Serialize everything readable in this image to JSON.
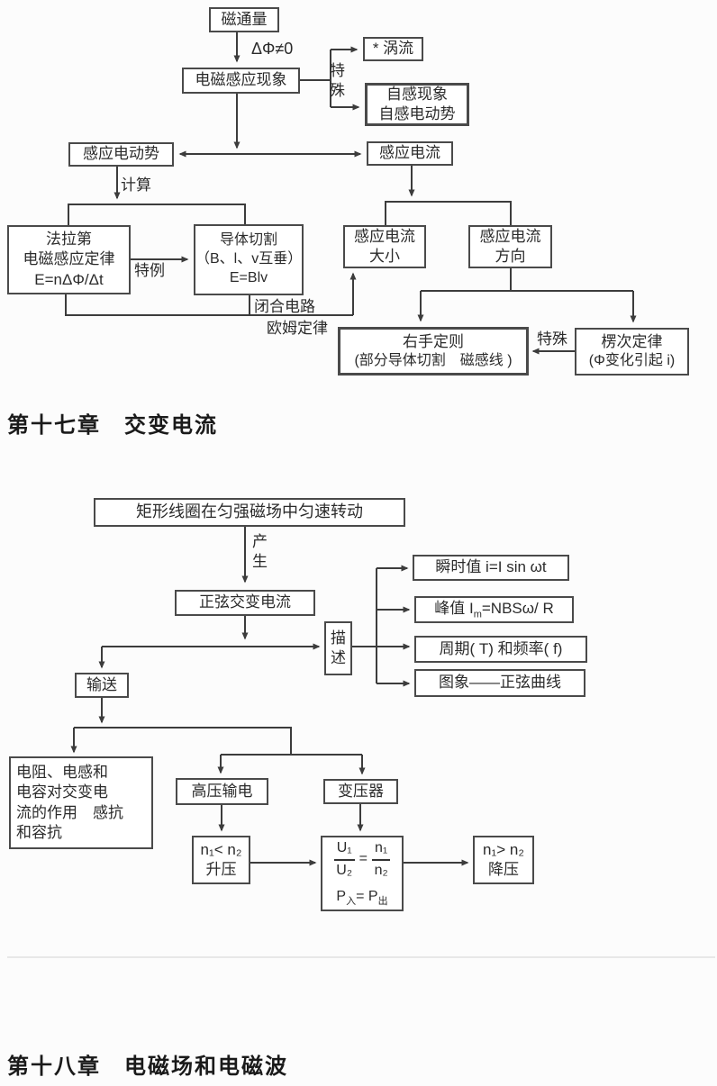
{
  "diagram1": {
    "nodes": {
      "flux": {
        "label": "磁通量"
      },
      "emi": {
        "label": "电磁感应现象"
      },
      "eddy": {
        "label": "* 涡流"
      },
      "self_induction": {
        "line1": "自感现象",
        "line2": "自感电动势"
      },
      "emf": {
        "label": "感应电动势"
      },
      "induced_current": {
        "label": "感应电流"
      },
      "faraday": {
        "line1": "法拉第",
        "line2": "电磁感应定律",
        "line3": "E=nΔΦ/Δt"
      },
      "cutting": {
        "line1": "导体切割",
        "line2": "（B、l、v互垂）",
        "line3": "E=Blv"
      },
      "current_magnitude": {
        "line1": "感应电流",
        "line2": "大小"
      },
      "current_direction": {
        "line1": "感应电流",
        "line2": "方向"
      },
      "right_hand_rule": {
        "line1": "右手定则",
        "line2": "(部分导体切割　磁感线 )"
      },
      "lenz_law": {
        "line1": "楞次定律",
        "line2": "(Φ变化引起 i)"
      }
    },
    "edge_labels": {
      "delta_phi": "ΔΦ≠0",
      "special_top": "特殊",
      "calculate": "计算",
      "special_case": "特例",
      "closed_circuit_line1": "闭合电路",
      "closed_circuit_line2": "欧姆定律",
      "special_right": "特殊"
    }
  },
  "chapter17_heading": "第十七章　交变电流",
  "diagram2": {
    "nodes": {
      "coil": {
        "label": "矩形线圈在匀强磁场中匀速转动"
      },
      "sine_ac": {
        "label": "正弦交变电流"
      },
      "describe": {
        "label": "描述"
      },
      "instant": {
        "label": "瞬时值 i=I sin ωt"
      },
      "peak": {
        "pre": "峰值 I",
        "sub": "m",
        "post": "=NBSω/ R"
      },
      "period": {
        "label": "周期( T) 和频率( f)"
      },
      "graph": {
        "label": "图象——正弦曲线"
      },
      "transport": {
        "label": "输送"
      },
      "rlc": {
        "line1": "电阻、电感和",
        "line2": "电容对交变电",
        "line3": "流的作用　感抗",
        "line4": "和容抗"
      },
      "hv_transmission": {
        "label": "高压输电"
      },
      "transformer": {
        "label": "变压器"
      },
      "step_up": {
        "line1": "n₁< n₂",
        "line2": "升压"
      },
      "formula": {
        "u_top": "U₁",
        "u_bot": "U₂",
        "eq": "=",
        "n_top": "n₁",
        "n_bot": "n₂",
        "p1": "P",
        "p1_sub": "入",
        "p2": "= P",
        "p2_sub": "出"
      },
      "step_down": {
        "line1": "n₁> n₂",
        "line2": "降压"
      }
    },
    "edge_labels": {
      "produce": "产生"
    }
  },
  "chapter18_heading": "第十八章　电磁场和电磁波"
}
